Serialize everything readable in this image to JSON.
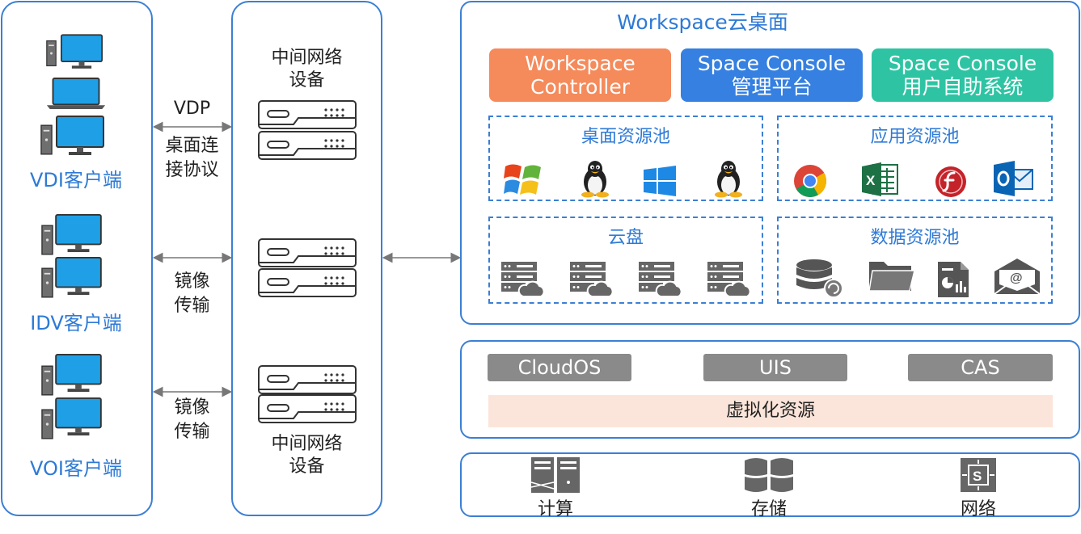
{
  "clients": {
    "vdi_label": "VDI客户端",
    "idv_label": "IDV客户端",
    "voi_label": "VOI客户端"
  },
  "protocols": {
    "vdp_title": "VDP",
    "vdp_desc_1": "桌面连",
    "vdp_desc_2": "接协议",
    "mirror_1a": "镜像",
    "mirror_1b": "传输",
    "mirror_2a": "镜像",
    "mirror_2b": "传输"
  },
  "network": {
    "top_label_1": "中间网络",
    "top_label_2": "设备",
    "bottom_label_1": "中间网络",
    "bottom_label_2": "设备"
  },
  "workspace": {
    "title": "Workspace云桌面",
    "controller_1": "Workspace",
    "controller_2": "Controller",
    "console_admin_1": "Space Console",
    "console_admin_2": "管理平台",
    "console_user_1": "Space Console",
    "console_user_2": "用户自助系统",
    "desktop_pool": "桌面资源池",
    "app_pool": "应用资源池",
    "cloud_disk": "云盘",
    "data_pool": "数据资源池"
  },
  "virtualization": {
    "cloudos": "CloudOS",
    "uis": "UIS",
    "cas": "CAS",
    "resource_bar": "虚拟化资源"
  },
  "hardware": {
    "compute": "计算",
    "storage": "存储",
    "network": "网络"
  },
  "colors": {
    "panel_border": "#3b7fd4",
    "controller": "#f58a5b",
    "console_admin": "#3580e0",
    "console_user": "#2ec4a3",
    "gray_button": "#8a8a8a",
    "resource_bar": "#fbe5da",
    "monitor": "#1fa0e6"
  },
  "icons": {
    "desktop_pool": [
      "windows-xp-icon",
      "linux-tux-icon",
      "windows-10-icon",
      "linux-tux-icon"
    ],
    "app_pool": [
      "chrome-icon",
      "excel-icon",
      "flash-icon",
      "outlook-icon"
    ],
    "cloud_disk": [
      "cloud-server-icon",
      "cloud-server-icon",
      "cloud-server-icon",
      "cloud-server-icon"
    ],
    "data_pool": [
      "database-icon",
      "folder-icon",
      "report-icon",
      "email-icon"
    ]
  }
}
